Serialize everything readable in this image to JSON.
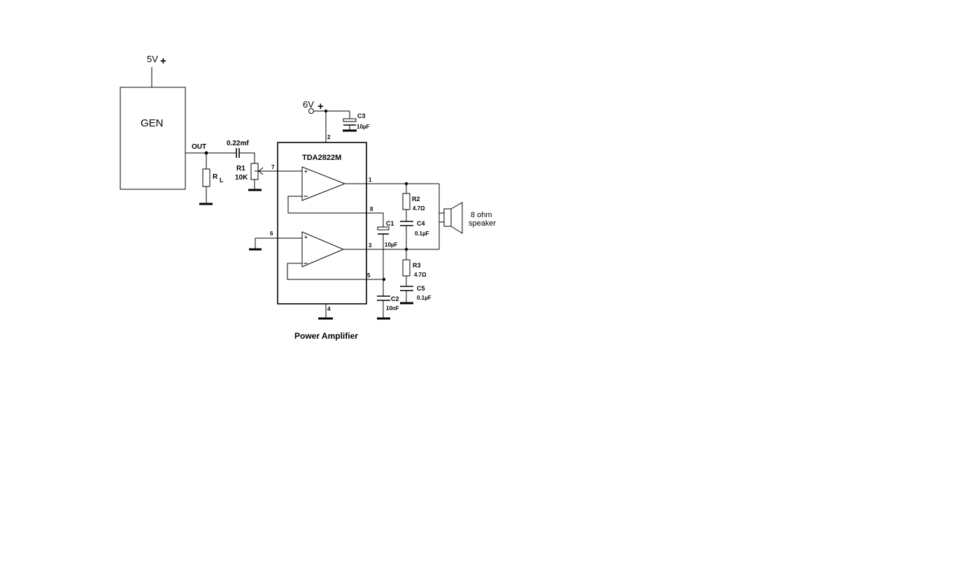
{
  "supply_5v": {
    "value": "5V",
    "sign": "+"
  },
  "supply_6v": {
    "value": "6V",
    "sign": "+"
  },
  "generator": {
    "label": "GEN",
    "output_label": "OUT"
  },
  "load": {
    "letter": "R",
    "sub": "L"
  },
  "coupling_cap": {
    "value": "0.22mf"
  },
  "r1": {
    "name": "R1",
    "value": "10K"
  },
  "ic": {
    "name": "TDA2822M"
  },
  "pins": {
    "p1": "1",
    "p2": "2",
    "p3": "3",
    "p4": "4",
    "p5": "5",
    "p6": "6",
    "p7": "7",
    "p8": "8"
  },
  "c1": {
    "name": "C1",
    "value": "10µF"
  },
  "c2": {
    "name": "C2",
    "value": "10nF"
  },
  "c3": {
    "name": "C3",
    "value": "10µF"
  },
  "c4": {
    "name": "C4",
    "value": "0.1µF"
  },
  "c5": {
    "name": "C5",
    "value": "0.1µF"
  },
  "r2": {
    "name": "R2",
    "value": "4.7Ω"
  },
  "r3": {
    "name": "R3",
    "value": "4.7Ω"
  },
  "speaker": {
    "line1": "8 ohm",
    "line2": "speaker"
  },
  "caption": "Power Amplifier"
}
